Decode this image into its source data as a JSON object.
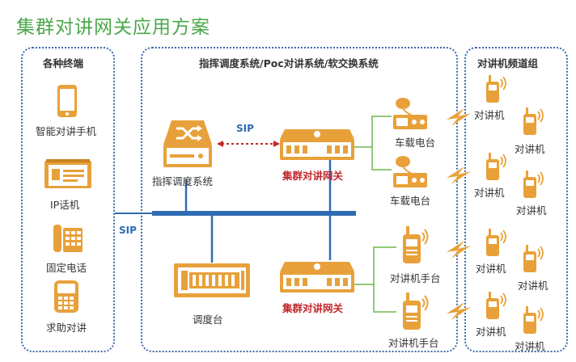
{
  "title": "集群对讲网关应用方案",
  "panels": {
    "terminals": "各种终端",
    "systems": "指挥调度系统/Poc对讲系统/软交换系统",
    "radio_group": "对讲机频道组"
  },
  "terminals": [
    "智能对讲手机",
    "IP话机",
    "固定电话",
    "求助对讲"
  ],
  "sip_label": "SIP",
  "dispatch_system": "指挥调度系统",
  "dispatch_console": "调度台",
  "gateway": "集群对讲网关",
  "vehicle_radio": "车载电台",
  "handheld_base": "对讲机手台",
  "radio": "对讲机",
  "colors": {
    "title": "#4aa84a",
    "accent": "#e8a13a",
    "bus": "#2f6db0",
    "gateway_label": "#c0282d"
  }
}
